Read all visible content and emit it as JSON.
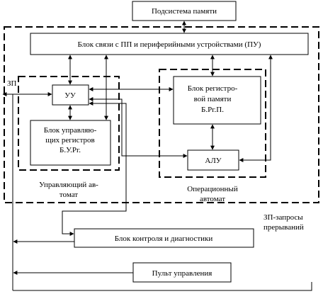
{
  "diagram": {
    "memory_subsystem": "Подсистема памяти",
    "io_block": "Блок связи с ПП и периферийными устройствами (ПУ)",
    "zp_in": "ЗП",
    "uu": "УУ",
    "regs_block": [
      "Блок управляю-",
      "щих регистров",
      "Б.У.Рг."
    ],
    "control_automat": [
      "Управляющий ав-",
      "томат"
    ],
    "reg_memory": [
      "Блок регистро-",
      "вой памяти",
      "Б.Рг.П."
    ],
    "alu": "АЛУ",
    "operational_automat": [
      "Операционный",
      "автомат"
    ],
    "interrupt_requests": [
      "ЗП-запросы",
      "прерываний"
    ],
    "diag_block": "Блок контроля и диагностики",
    "control_panel": "Пульт управления"
  }
}
